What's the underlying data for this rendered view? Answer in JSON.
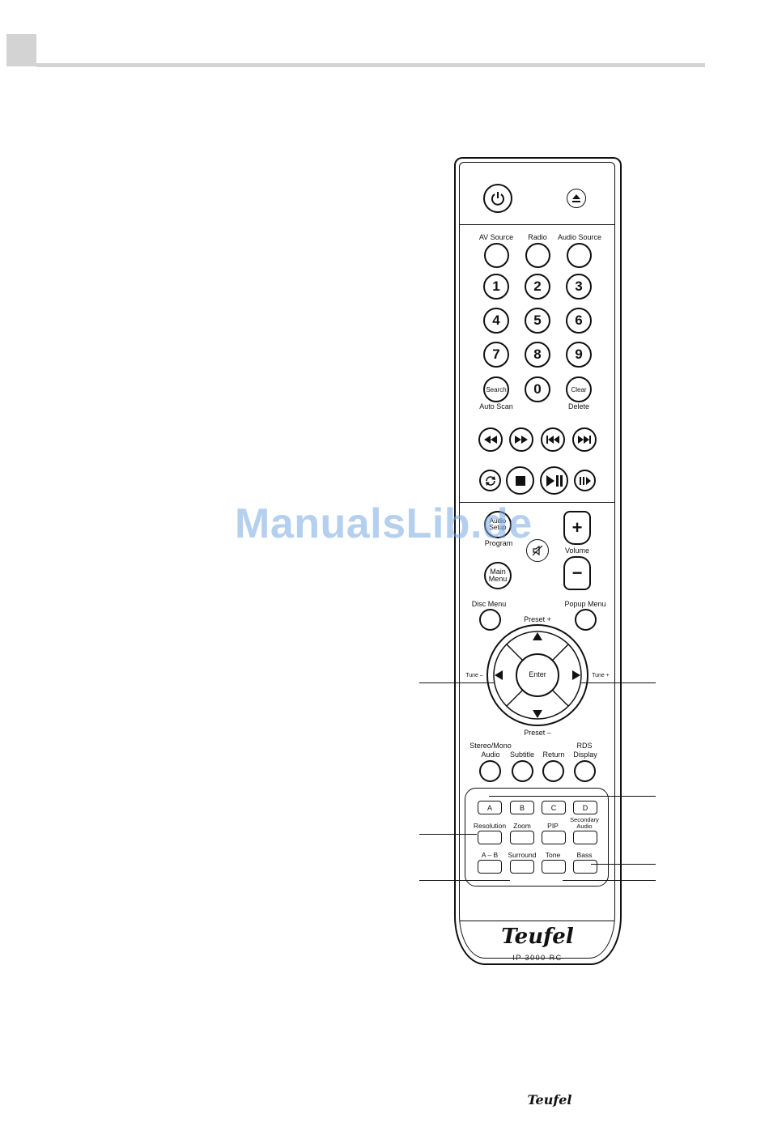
{
  "watermark": "ManualsLib.de",
  "remote": {
    "source_buttons": {
      "av_source": "AV Source",
      "radio": "Radio",
      "audio_source": "Audio Source"
    },
    "numbers": [
      "1",
      "2",
      "3",
      "4",
      "5",
      "6",
      "7",
      "8",
      "9",
      "0"
    ],
    "search": {
      "top": "Search",
      "bottom": "Auto Scan"
    },
    "clear": {
      "top": "Clear",
      "bottom": "Delete"
    },
    "setup": {
      "top": "Audio Setup",
      "bottom": "Program"
    },
    "volume": {
      "plus": "+",
      "label": "Volume",
      "minus": "−"
    },
    "main_menu": "Main Menu",
    "disc_menu": "Disc Menu",
    "popup_menu": "Popup Menu",
    "preset_plus": "Preset +",
    "preset_minus": "Preset –",
    "tune_minus": "Tune –",
    "tune_plus": "Tune +",
    "enter": "Enter",
    "stereo_mono": "Stereo/Mono",
    "audio": "Audio",
    "subtitle": "Subtitle",
    "return": "Return",
    "rds": "RDS",
    "display": "Display",
    "color_keys": [
      "A",
      "B",
      "C",
      "D"
    ],
    "resolution": "Resolution",
    "zoom": "Zoom",
    "pip": "PIP",
    "secondary_audio": "Secondary Audio",
    "a_b": "A – B",
    "surround": "Surround",
    "tone": "Tone",
    "bass": "Bass",
    "brand": "Teufel",
    "model": "IP 3000 RC"
  },
  "footer": {
    "brand": "Teufel"
  }
}
